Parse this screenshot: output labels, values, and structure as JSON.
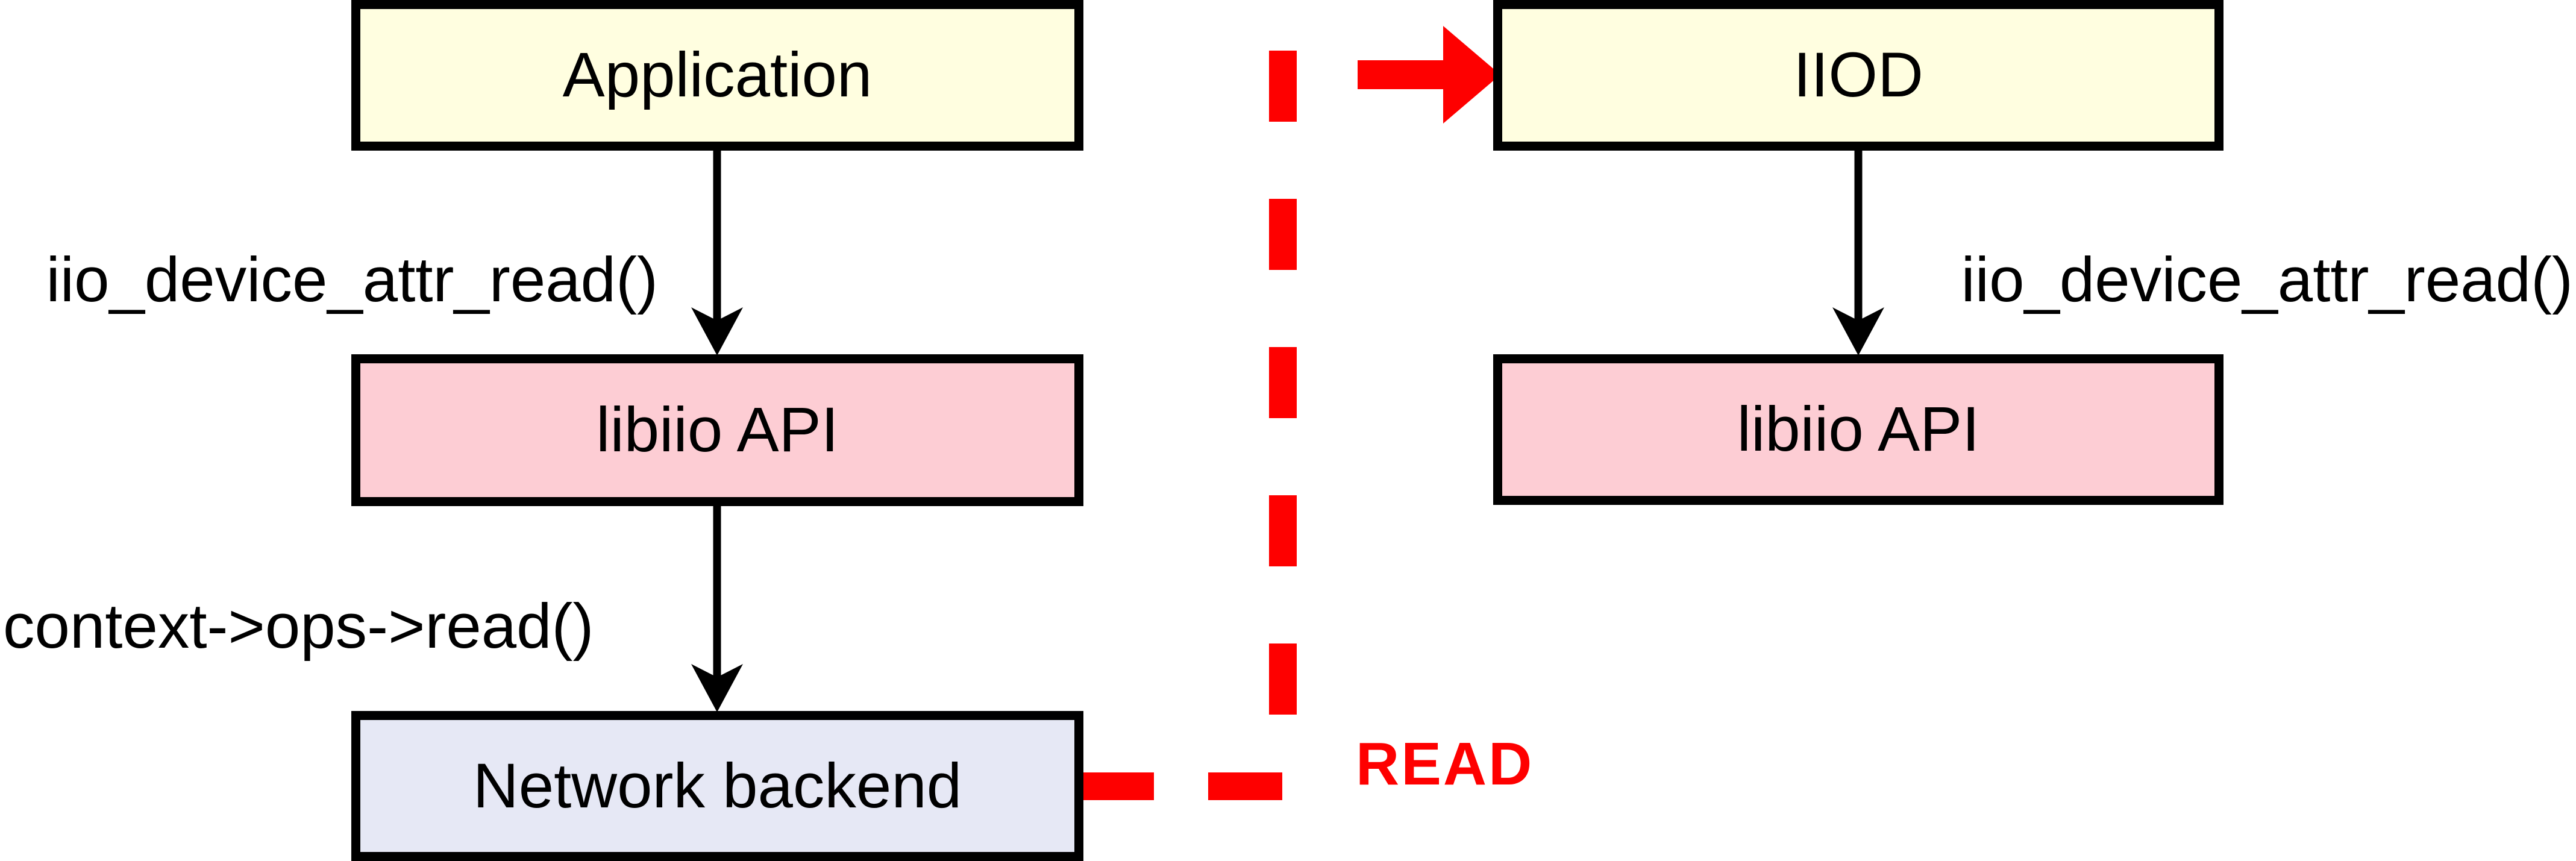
{
  "diagram": {
    "left_flow": {
      "app_box_label": "Application",
      "api_box_label": "libiio API",
      "backend_box_label": "Network backend",
      "call_label_top": "iio_device_attr_read()",
      "call_label_bottom": "context->ops->read()"
    },
    "right_flow": {
      "iiod_box_label": "IIOD",
      "api_box_label": "libiio API",
      "call_label": "iio_device_attr_read()"
    },
    "connector": {
      "label": "READ"
    },
    "colors": {
      "box_fill_yellow": "#FFFEE0",
      "box_fill_pink": "#FDCDD4",
      "box_fill_lavender": "#E6E8F5",
      "connector_red": "#FE0000",
      "outline_black": "#000000"
    }
  }
}
